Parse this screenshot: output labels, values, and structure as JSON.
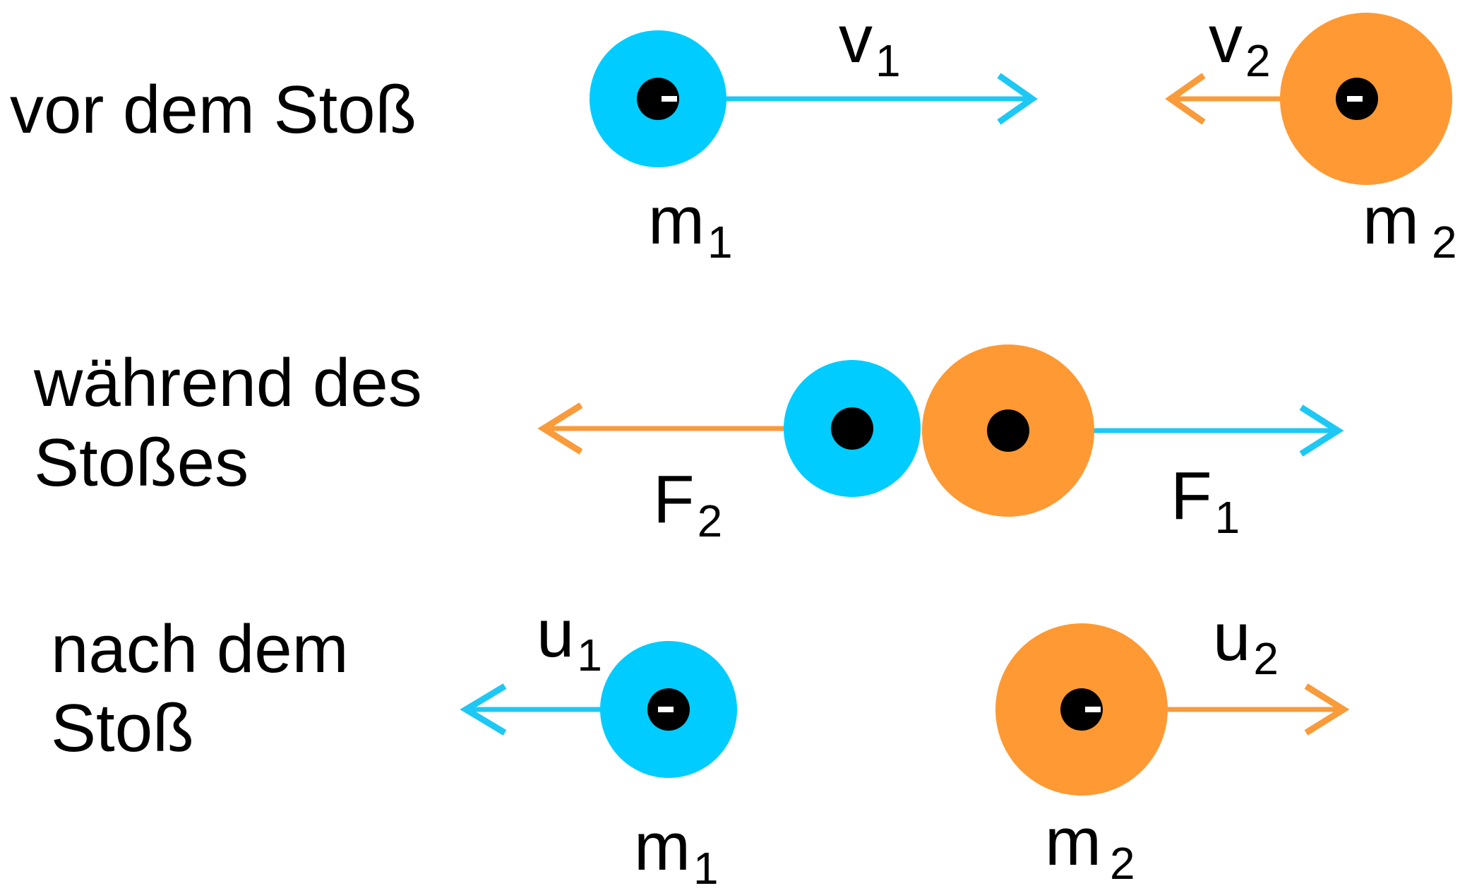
{
  "colors": {
    "body1": "#00ccff",
    "body2": "#ff9933",
    "arrow1": "#1ec8f4",
    "arrow2": "#f99b3a",
    "dot": "#000000"
  },
  "rows": {
    "before": {
      "label": "vor dem Stoß"
    },
    "during": {
      "label_line1": "während des",
      "label_line2": "Stoßes"
    },
    "after": {
      "label_line1": "nach dem",
      "label_line2": "Stoß"
    }
  },
  "symbols": {
    "v1": {
      "base": "v",
      "sub": "1"
    },
    "v2": {
      "base": "v",
      "sub": "2"
    },
    "m1_before": {
      "base": "m",
      "sub": "1"
    },
    "m2_before": {
      "base": "m",
      "sub": "2"
    },
    "F1": {
      "base": "F",
      "sub": "1"
    },
    "F2": {
      "base": "F",
      "sub": "2"
    },
    "u1": {
      "base": "u",
      "sub": "1"
    },
    "u2": {
      "base": "u",
      "sub": "2"
    },
    "m1_after": {
      "base": "m",
      "sub": "1"
    },
    "m2_after": {
      "base": "m",
      "sub": "2"
    }
  }
}
